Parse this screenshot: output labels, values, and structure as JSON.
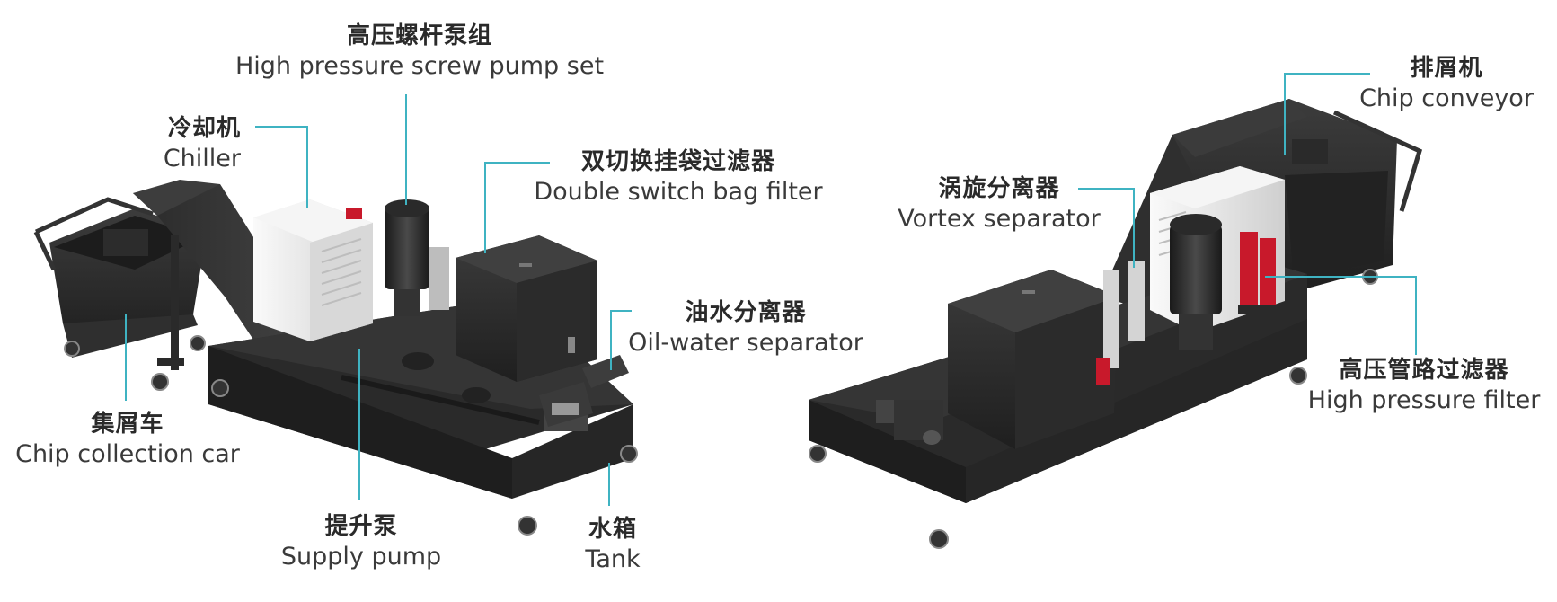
{
  "colors": {
    "leader_line": "#3fb3c2",
    "machine_dark": "#2b2b2b",
    "machine_mid": "#3a3a3a",
    "machine_light": "#4a4a4a",
    "chiller_white": "#ececec",
    "accent_red": "#c8192b"
  },
  "left_machine": {
    "labels": [
      {
        "id": "pump-set",
        "zh": "高压螺杆泵组",
        "en": "High pressure screw pump set"
      },
      {
        "id": "chiller",
        "zh": "冷却机",
        "en": "Chiller"
      },
      {
        "id": "bag-filter",
        "zh": "双切换挂袋过滤器",
        "en": "Double switch bag filter"
      },
      {
        "id": "oil-water",
        "zh": "油水分离器",
        "en": "Oil-water separator"
      },
      {
        "id": "chip-car",
        "zh": "集屑车",
        "en": "Chip collection car"
      },
      {
        "id": "supply-pump",
        "zh": "提升泵",
        "en": "Supply pump"
      },
      {
        "id": "tank",
        "zh": "水箱",
        "en": "Tank"
      }
    ]
  },
  "right_machine": {
    "labels": [
      {
        "id": "chip-conveyor",
        "zh": "排屑机",
        "en": "Chip conveyor"
      },
      {
        "id": "vortex",
        "zh": "涡旋分离器",
        "en": "Vortex separator"
      },
      {
        "id": "hp-filter",
        "zh": "高压管路过滤器",
        "en": "High pressure filter"
      }
    ]
  }
}
